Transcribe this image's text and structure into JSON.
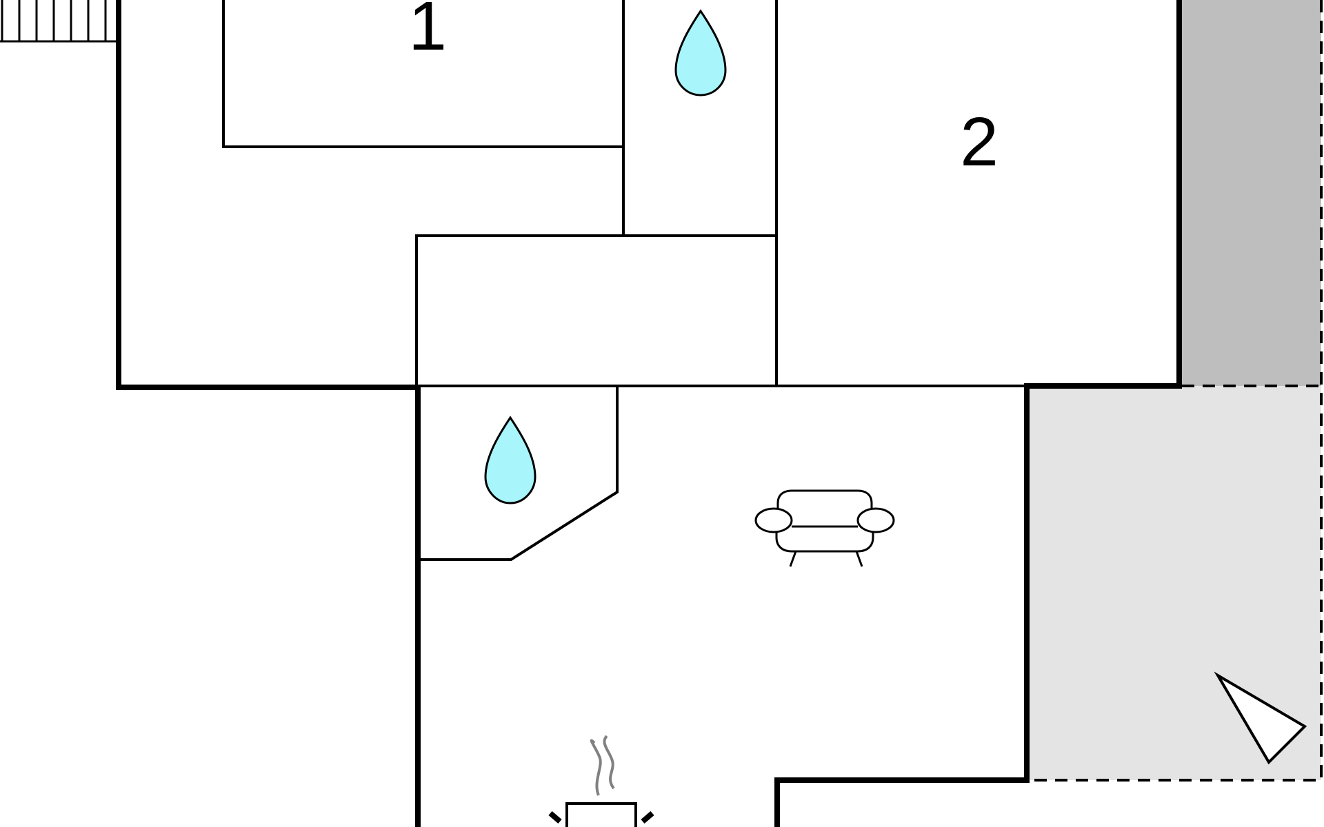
{
  "floorplan": {
    "rooms": [
      {
        "label": "1"
      },
      {
        "label": "2"
      }
    ],
    "icons": [
      "water-drop-icon",
      "water-drop-icon",
      "sofa-icon",
      "fireplace-icon",
      "compass-north-arrow-icon",
      "stairs-icon"
    ],
    "areas": [
      {
        "name": "terrace-covered",
        "color": "#bebebe"
      },
      {
        "name": "terrace-open",
        "color": "#e4e4e4"
      }
    ],
    "colors": {
      "wall": "#000000",
      "water": "#a8f6fb",
      "smoke": "#808080",
      "background": "#ffffff"
    }
  }
}
